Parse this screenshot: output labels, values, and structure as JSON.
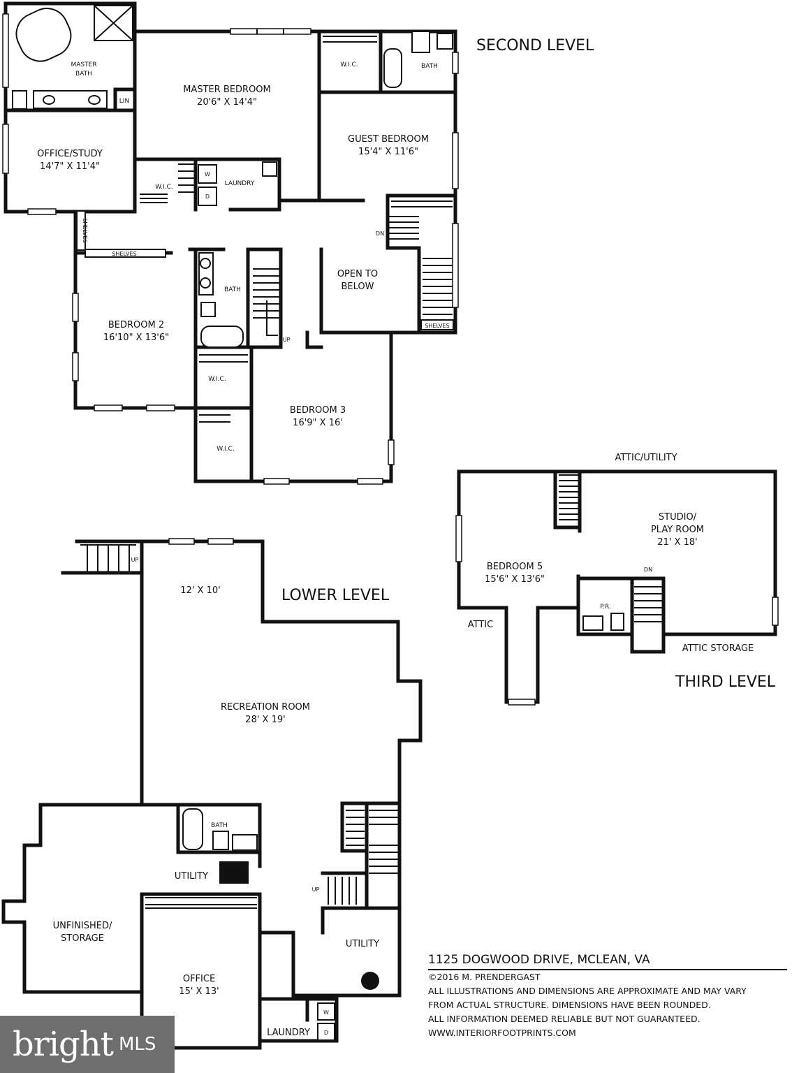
{
  "levels": {
    "second": "SECOND LEVEL",
    "lower": "LOWER LEVEL",
    "third": "THIRD LEVEL"
  },
  "second_level": {
    "master_bath": [
      "MASTER",
      "BATH"
    ],
    "lin": "LIN",
    "master_bedroom": {
      "name": "MASTER BEDROOM",
      "size": "20'6\" X 14'4\""
    },
    "office_study": {
      "name": "OFFICE/STUDY",
      "size": "14'7\" X 11'4\""
    },
    "wic_1": "W.I.C.",
    "laundry": "LAUNDRY",
    "washer": "W",
    "dryer": "D",
    "wic_2": "W.I.C.",
    "bath_1": "BATH",
    "guest_bedroom": {
      "name": "GUEST BEDROOM",
      "size": "15'4\" X 11'6\""
    },
    "shelves_v": "SHELVES",
    "shelves_h": "SHELVES",
    "dn": "DN",
    "bedroom_2": {
      "name": "BEDROOM 2",
      "size": "16'10\" X 13'6\""
    },
    "bath_2": "BATH",
    "up": "UP",
    "open_to_below": [
      "OPEN TO",
      "BELOW"
    ],
    "shelves_stair": "SHELVES",
    "wic_3": "W.I.C.",
    "wic_4": "W.I.C.",
    "bedroom_3": {
      "name": "BEDROOM 3",
      "size": "16'9\" X 16'"
    }
  },
  "lower_level": {
    "up_top": "UP",
    "small_room": "12' X 10'",
    "recreation_room": {
      "name": "RECREATION ROOM",
      "size": "28' X 19'"
    },
    "bath": "BATH",
    "utility_1": "UTILITY",
    "unfinished_storage": [
      "UNFINISHED/",
      "STORAGE"
    ],
    "up_bottom": "UP",
    "utility_2": "UTILITY",
    "office": {
      "name": "OFFICE",
      "size": "15' X 13'"
    },
    "laundry": "LAUNDRY",
    "washer": "W",
    "dryer": "D"
  },
  "third_level": {
    "attic_utility": "ATTIC/UTILITY",
    "studio": [
      "STUDIO/",
      "PLAY ROOM",
      "21' X 18'"
    ],
    "bedroom_5": {
      "name": "BEDROOM 5",
      "size": "15'6\" X 13'6\""
    },
    "dn": "DN",
    "powder_room": "P.R.",
    "attic": "ATTIC",
    "attic_storage": "ATTIC STORAGE"
  },
  "info": {
    "address": "1125 DOGWOOD DRIVE, MCLEAN, VA",
    "copyright": "©2016 M. PRENDERGAST",
    "disclaimer_1": "ALL ILLUSTRATIONS AND DIMENSIONS ARE APPROXIMATE AND MAY VARY",
    "disclaimer_2": "FROM ACTUAL STRUCTURE. DIMENSIONS HAVE BEEN ROUNDED.",
    "disclaimer_3": "ALL INFORMATION DEEMED RELIABLE BUT NOT GUARANTEED.",
    "website": "WWW.INTERIORFOOTPRINTS.COM"
  },
  "logo": {
    "word": "bright",
    "suffix": "MLS"
  }
}
